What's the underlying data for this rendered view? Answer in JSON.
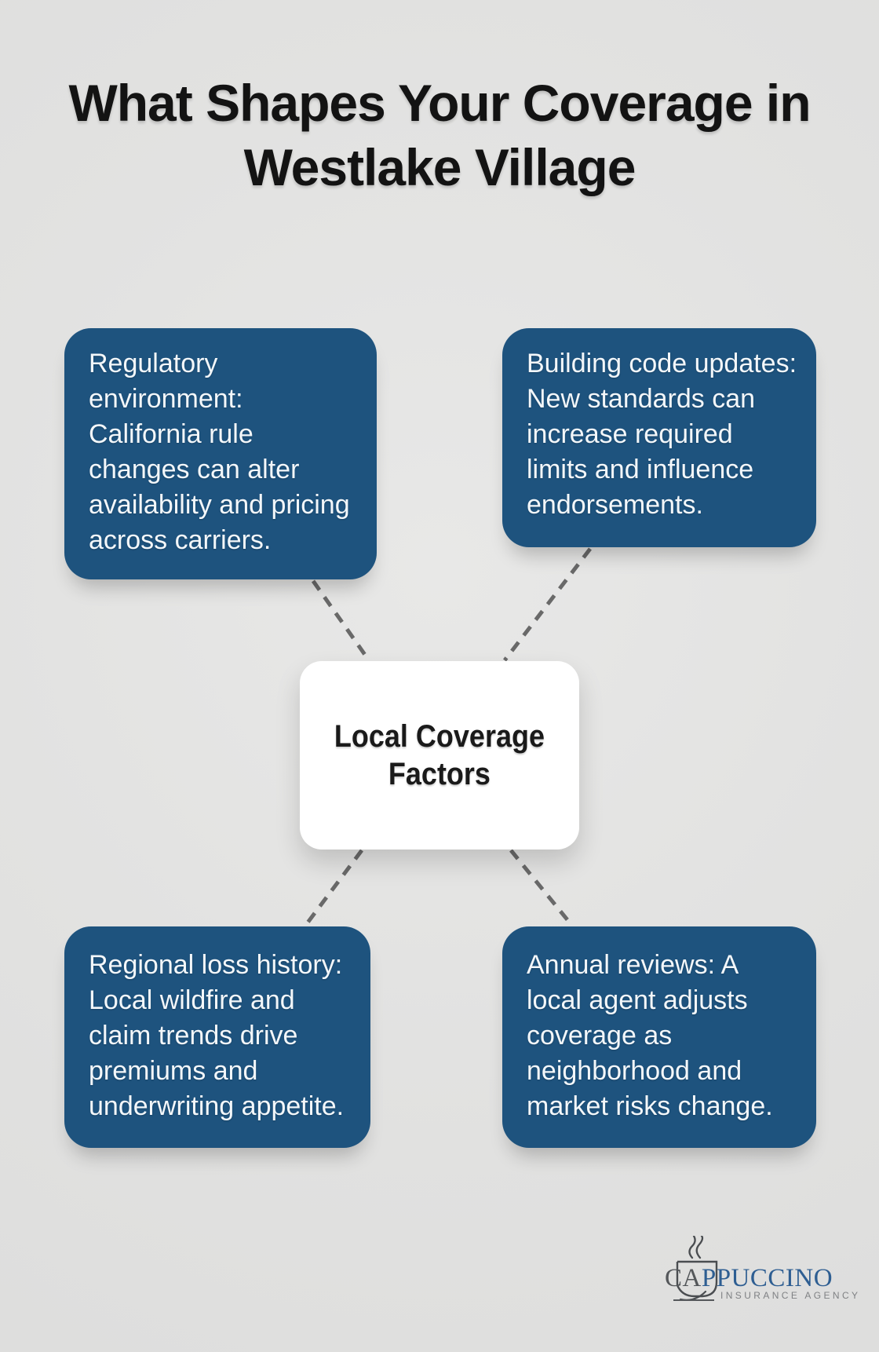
{
  "title": {
    "text": "What Shapes Your Coverage in\nWestlake Village"
  },
  "center": {
    "text": "Local Coverage\nFactors"
  },
  "factors": {
    "top_left": {
      "text": "Regulatory\nenvironment:\nCalifornia rule\nchanges can alter\navailability and pricing\nacross carriers."
    },
    "top_right": {
      "text": "Building code updates:\nNew standards can\nincrease required\nlimits and influence\nendorsements."
    },
    "bottom_left": {
      "text": "Regional loss history:\nLocal wildfire and\nclaim trends drive\npremiums and\nunderwriting appetite."
    },
    "bottom_right": {
      "text": "Annual reviews: A\nlocal agent adjusts\ncoverage as\nneighborhood and\nmarket risks change."
    }
  },
  "logo": {
    "name_gray": "CA",
    "name_blue": "PPUCCINO",
    "tagline": "INSURANCE AGENCY"
  },
  "colors": {
    "background": "#e2e2e1",
    "card_blue": "#1e537e",
    "card_text": "#f3f7fa",
    "title_text": "#131313",
    "connector_gray": "#696969",
    "center_box": "#ffffff",
    "logo_blue": "#2e5e92",
    "logo_gray": "#54575a"
  }
}
